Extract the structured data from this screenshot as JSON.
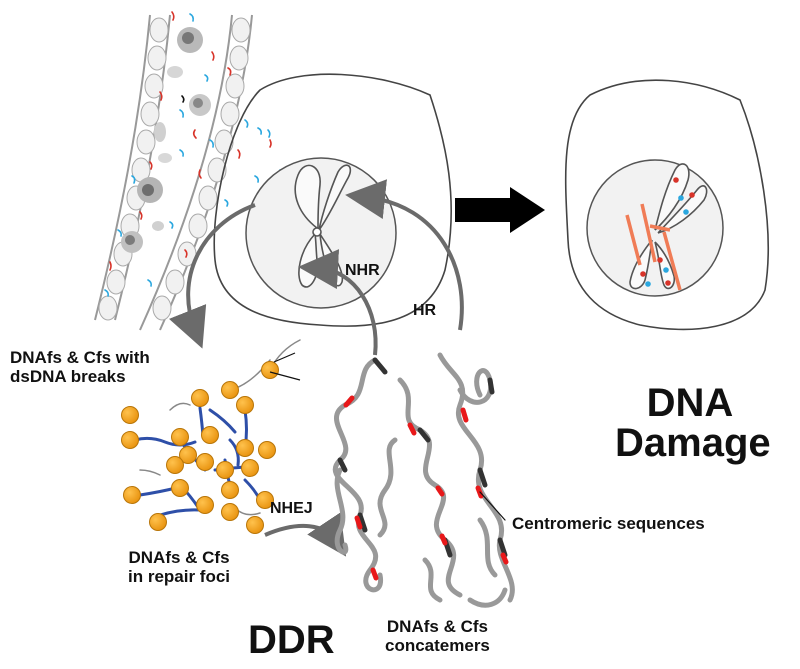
{
  "labels": {
    "nhr": "NHR",
    "hr": "HR",
    "nhej": "NHEJ",
    "breaks_line1": "DNAfs & Cfs with",
    "breaks_line2": "dsDNA breaks",
    "foci_line1": "DNAfs & Cfs",
    "foci_line2": "in repair foci",
    "concat_line1": "DNAfs & Cfs",
    "concat_line2": "concatemers",
    "centromeric": "Centromeric sequences",
    "damage_line1": "DNA",
    "damage_line2": "Damage",
    "ddr": "DDR"
  },
  "colors": {
    "orange_bead": "#f5a21a",
    "blue_dna": "#2e4fa8",
    "red_fragment": "#d8342a",
    "cyan_fragment": "#2aa7df",
    "damaged_chromosome": "#f07c56",
    "arrow_gray": "#6b6b6b",
    "outline": "#444444"
  }
}
